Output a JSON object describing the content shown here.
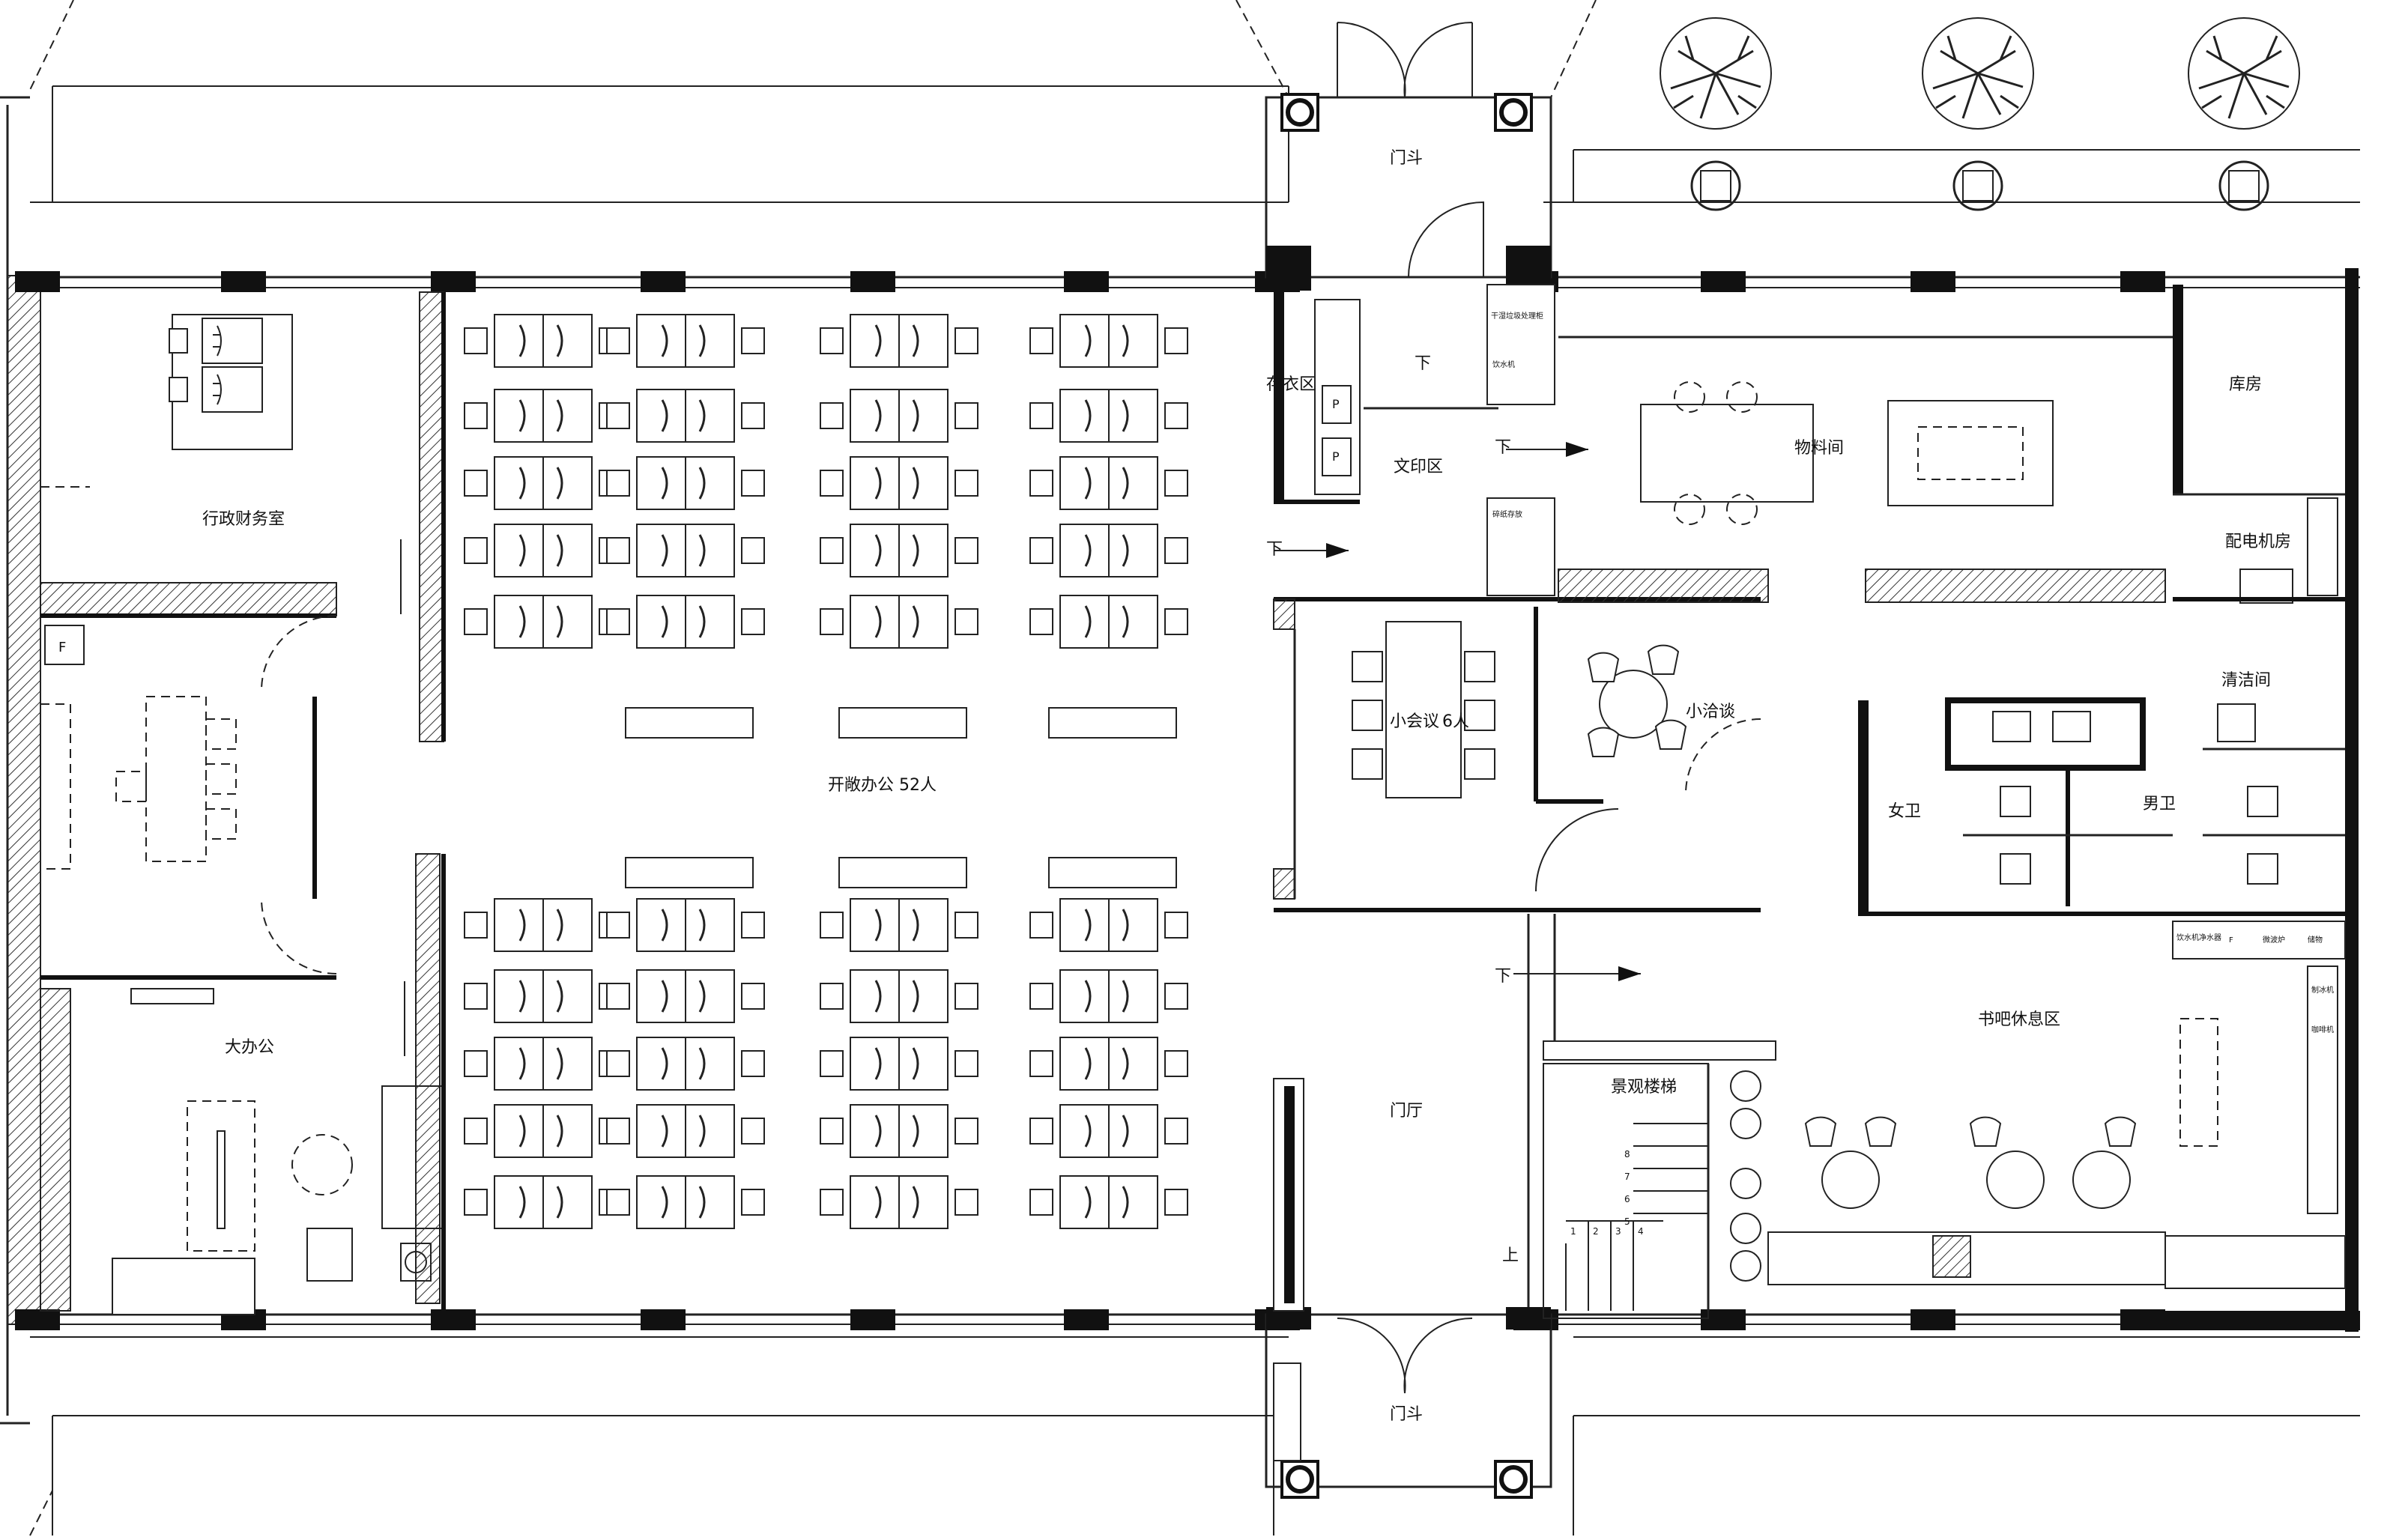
{
  "rooms": {
    "admin_finance": "行政财务室",
    "big_office": "大办公",
    "open_office": "开敞办公 52人",
    "vestibule_top": "门斗",
    "vestibule_bottom": "门斗",
    "cloakroom": "存衣区",
    "print_area": "文印区",
    "material_room": "物料间",
    "storage": "库房",
    "power_room": "配电机房",
    "cleaning_room": "清洁间",
    "small_meeting": "小会议",
    "small_meeting_capacity": "6人",
    "small_talk": "小洽谈",
    "women_wc": "女卫",
    "men_wc": "男卫",
    "book_lounge": "书吧休息区",
    "lobby": "门厅",
    "landscape_stair": "景观楼梯"
  },
  "annotations": {
    "down1": "下",
    "down2": "下",
    "down3": "下",
    "down4": "下",
    "up": "上",
    "fridge_mark": "F",
    "printer_p1": "P",
    "printer_p2": "P",
    "stair_steps": [
      "8",
      "7",
      "6",
      "5",
      "1",
      "2",
      "3",
      "4"
    ],
    "small_labels": [
      "干湿垃圾处理柜",
      "饮水机",
      "碎纸存放",
      "饮水机净水器",
      "F",
      "微波炉",
      "储物",
      "制冰机",
      "咖啡机"
    ]
  }
}
